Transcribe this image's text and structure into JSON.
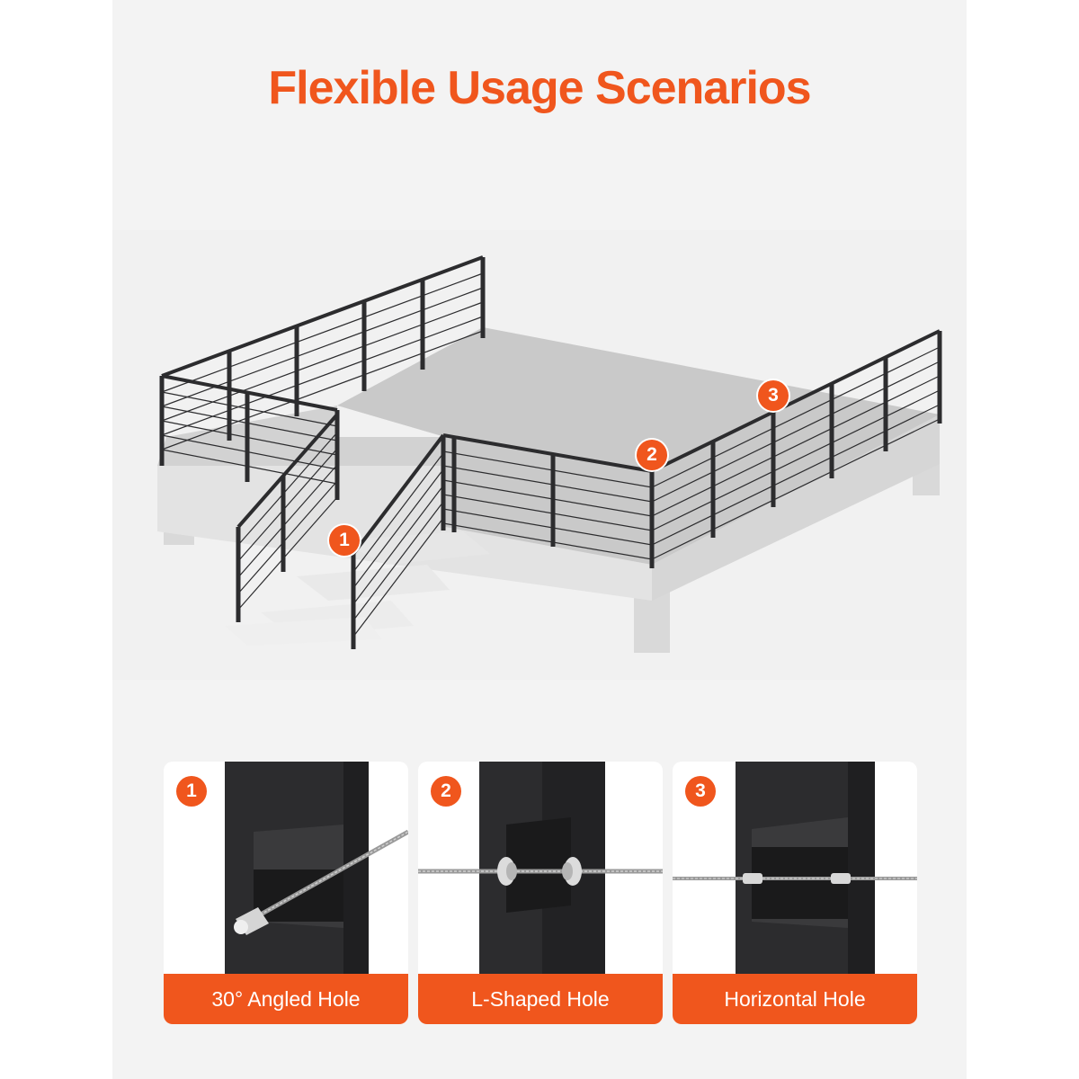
{
  "title": "Flexible Usage Scenarios",
  "accent_color": "#f0561d",
  "post_color": "#2c2c2e",
  "markers": [
    {
      "number": "1"
    },
    {
      "number": "2"
    },
    {
      "number": "3"
    }
  ],
  "cards": [
    {
      "number": "1",
      "label": "30° Angled Hole"
    },
    {
      "number": "2",
      "label": "L-Shaped Hole"
    },
    {
      "number": "3",
      "label": "Horizontal Hole"
    }
  ]
}
